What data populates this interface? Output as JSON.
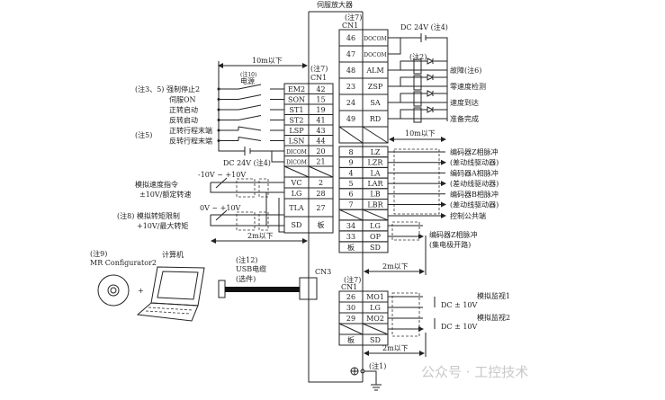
{
  "title": "伺服放大器",
  "notes": {
    "n7": "(注7)",
    "cn1": "CN1",
    "cn3": "CN3",
    "n1": "(注1)",
    "n2": "(注2)"
  },
  "left_io": {
    "length_10m": "10m以下",
    "power_note": "(注10)",
    "power_label": "电源",
    "dc24v": "DC 24V  (注4)",
    "note5": "(注5)",
    "inputs": [
      {
        "label": "(注3、5) 强制停止2",
        "signal": "EM2",
        "pin": "42"
      },
      {
        "label": "伺服ON",
        "signal": "SON",
        "pin": "15"
      },
      {
        "label": "正转启动",
        "signal": "ST1",
        "pin": "19"
      },
      {
        "label": "反转启动",
        "signal": "ST2",
        "pin": "41"
      },
      {
        "label": "正转行程末端",
        "signal": "LSP",
        "pin": "43"
      },
      {
        "label": "反转行程末端",
        "signal": "LSN",
        "pin": "44"
      },
      {
        "label": "",
        "signal": "DICOM",
        "pin": "20"
      },
      {
        "label": "",
        "signal": "DICOM",
        "pin": "21"
      }
    ],
    "analog": [
      {
        "signal": "VC",
        "pin": "2"
      },
      {
        "signal": "LG",
        "pin": "28"
      },
      {
        "signal": "TLA",
        "pin": "27"
      },
      {
        "signal": "SD",
        "pin": "板"
      }
    ],
    "speed_range": "-10V ~ +10V",
    "speed_label1": "模拟速度指令",
    "speed_label2": "±10V/额定转速",
    "torque_range": "0V ~ +10V",
    "torque_label1": "(注8) 模拟转矩限制",
    "torque_label2": "+10V/最大转矩",
    "length_2m": "2m以下"
  },
  "right_io": {
    "dc24v": "DC 24V  (注4)",
    "outputs": [
      {
        "pin": "46",
        "signal": "DOCOM",
        "label": ""
      },
      {
        "pin": "47",
        "signal": "DOCOM",
        "label": ""
      },
      {
        "pin": "48",
        "signal": "ALM",
        "label": "故障(注6)"
      },
      {
        "pin": "23",
        "signal": "ZSP",
        "label": "零速度检测"
      },
      {
        "pin": "24",
        "signal": "SA",
        "label": "速度到达"
      },
      {
        "pin": "49",
        "signal": "RD",
        "label": "准备完成"
      }
    ],
    "length_10m": "10m以下",
    "encoder": [
      {
        "pin": "8",
        "signal": "LZ"
      },
      {
        "pin": "9",
        "signal": "LZR"
      },
      {
        "pin": "4",
        "signal": "LA"
      },
      {
        "pin": "5",
        "signal": "LAR"
      },
      {
        "pin": "6",
        "signal": "LB"
      },
      {
        "pin": "7",
        "signal": "LBR"
      }
    ],
    "encoder_labels": [
      {
        "l1": "编码器Z相脉冲",
        "l2": "(差动线驱动器)"
      },
      {
        "l1": "编码器A相脉冲",
        "l2": "(差动线驱动器)"
      },
      {
        "l1": "编码器B相脉冲",
        "l2": "(差动线驱动器)"
      }
    ],
    "common": "控制公共端",
    "oc_rows": [
      {
        "pin": "34",
        "signal": "LG"
      },
      {
        "pin": "33",
        "signal": "OP"
      },
      {
        "pin": "板",
        "signal": "SD"
      }
    ],
    "oc_label1": "编码器Z相脉冲",
    "oc_label2": "(集电极开路)",
    "length_2m": "2m以下"
  },
  "monitor": {
    "rows": [
      {
        "pin": "26",
        "signal": "MO1"
      },
      {
        "pin": "30",
        "signal": "LG"
      },
      {
        "pin": "29",
        "signal": "MO2"
      },
      {
        "pin": "",
        "signal": ""
      },
      {
        "pin": "板",
        "signal": "SD"
      }
    ],
    "dc1": "DC ± 10V",
    "label1": "模拟监视1",
    "dc2": "DC ± 10V",
    "label2": "模拟监视2",
    "length_2m": "2m以下"
  },
  "pc": {
    "note9": "(注9)",
    "software": "MR Configurator2",
    "computer": "计算机",
    "plus": "+",
    "note12": "(注12)",
    "cable": "USB电缆",
    "option": "(选件)"
  },
  "watermark": "公众号 · 工控技术"
}
